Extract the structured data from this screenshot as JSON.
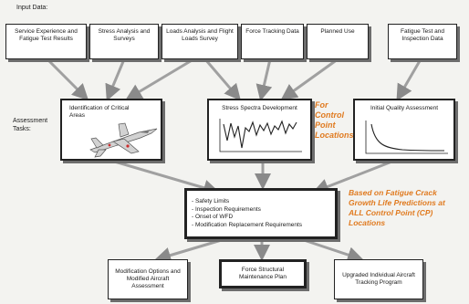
{
  "labels": {
    "input_data": "Input Data:",
    "assessment_tasks": "Assessment Tasks:"
  },
  "inputs": [
    "Service Experience and Fatigue Test Results",
    "Stress Analysis and Surveys",
    "Loads Analysis and Flight Loads Survey",
    "Force Tracking Data",
    "Planned Use",
    "Fatigue Test and Inspection Data"
  ],
  "tasks": [
    "Identification of Critical Areas",
    "Stress Spectra Development",
    "Initial Quality Assessment"
  ],
  "control_point_note": "For Control Point Locations",
  "limits": [
    "- Safety Limits",
    "- Inspection Requirements",
    "- Onset of WFD",
    "- Modification Replacement Requirements"
  ],
  "fatigue_note": "Based on Fatigue Crack Growth Life Predictions at ALL Control Point (CP) Locations",
  "outputs": [
    "Modification Options and Modified Aircraft Assessment",
    "Force Structural Maintenance Plan",
    "Upgraded Individual Aircraft Tracking Program"
  ],
  "colors": {
    "note": "#e07a1f",
    "arrow": "#9a9a9a",
    "border": "#222222"
  }
}
